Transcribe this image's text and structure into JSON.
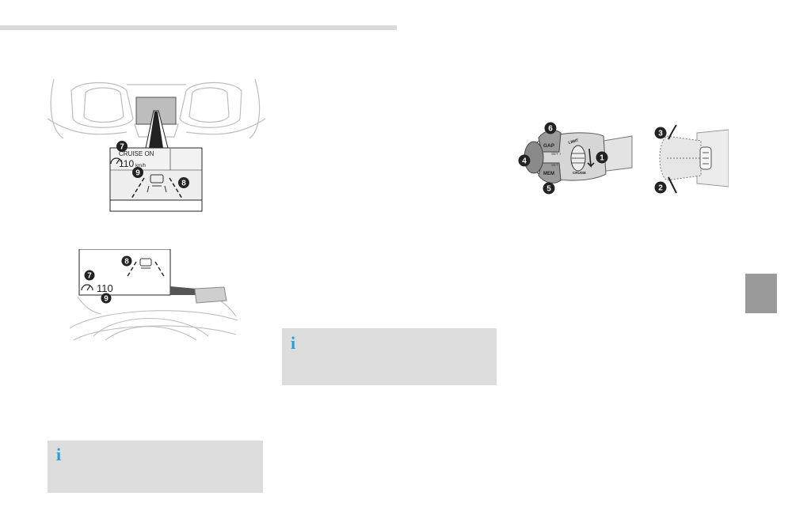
{
  "instrument_panel_figure": {
    "display_status": "CRUISE ON",
    "speed": "110",
    "unit": "km/h",
    "callouts": [
      "7",
      "8",
      "9"
    ]
  },
  "head_up_figure": {
    "speed": "110",
    "callouts": [
      "7",
      "8",
      "9"
    ]
  },
  "stalk_figure": {
    "labels": [
      "GAP",
      "SET +",
      "SET -",
      "MEM",
      "LIMIT",
      "CRUISE"
    ],
    "callouts": [
      "1",
      "4",
      "5",
      "6"
    ]
  },
  "wheel_figure": {
    "callouts": [
      "2",
      "3"
    ]
  },
  "info_boxes": [
    {
      "icon": "i"
    },
    {
      "icon": "i"
    }
  ],
  "colors": {
    "info_icon": "#1aa3e0",
    "info_box_bg": "#dcdcdc",
    "header_bar": "#d9d9d9",
    "side_tab": "#9a9a9a"
  }
}
